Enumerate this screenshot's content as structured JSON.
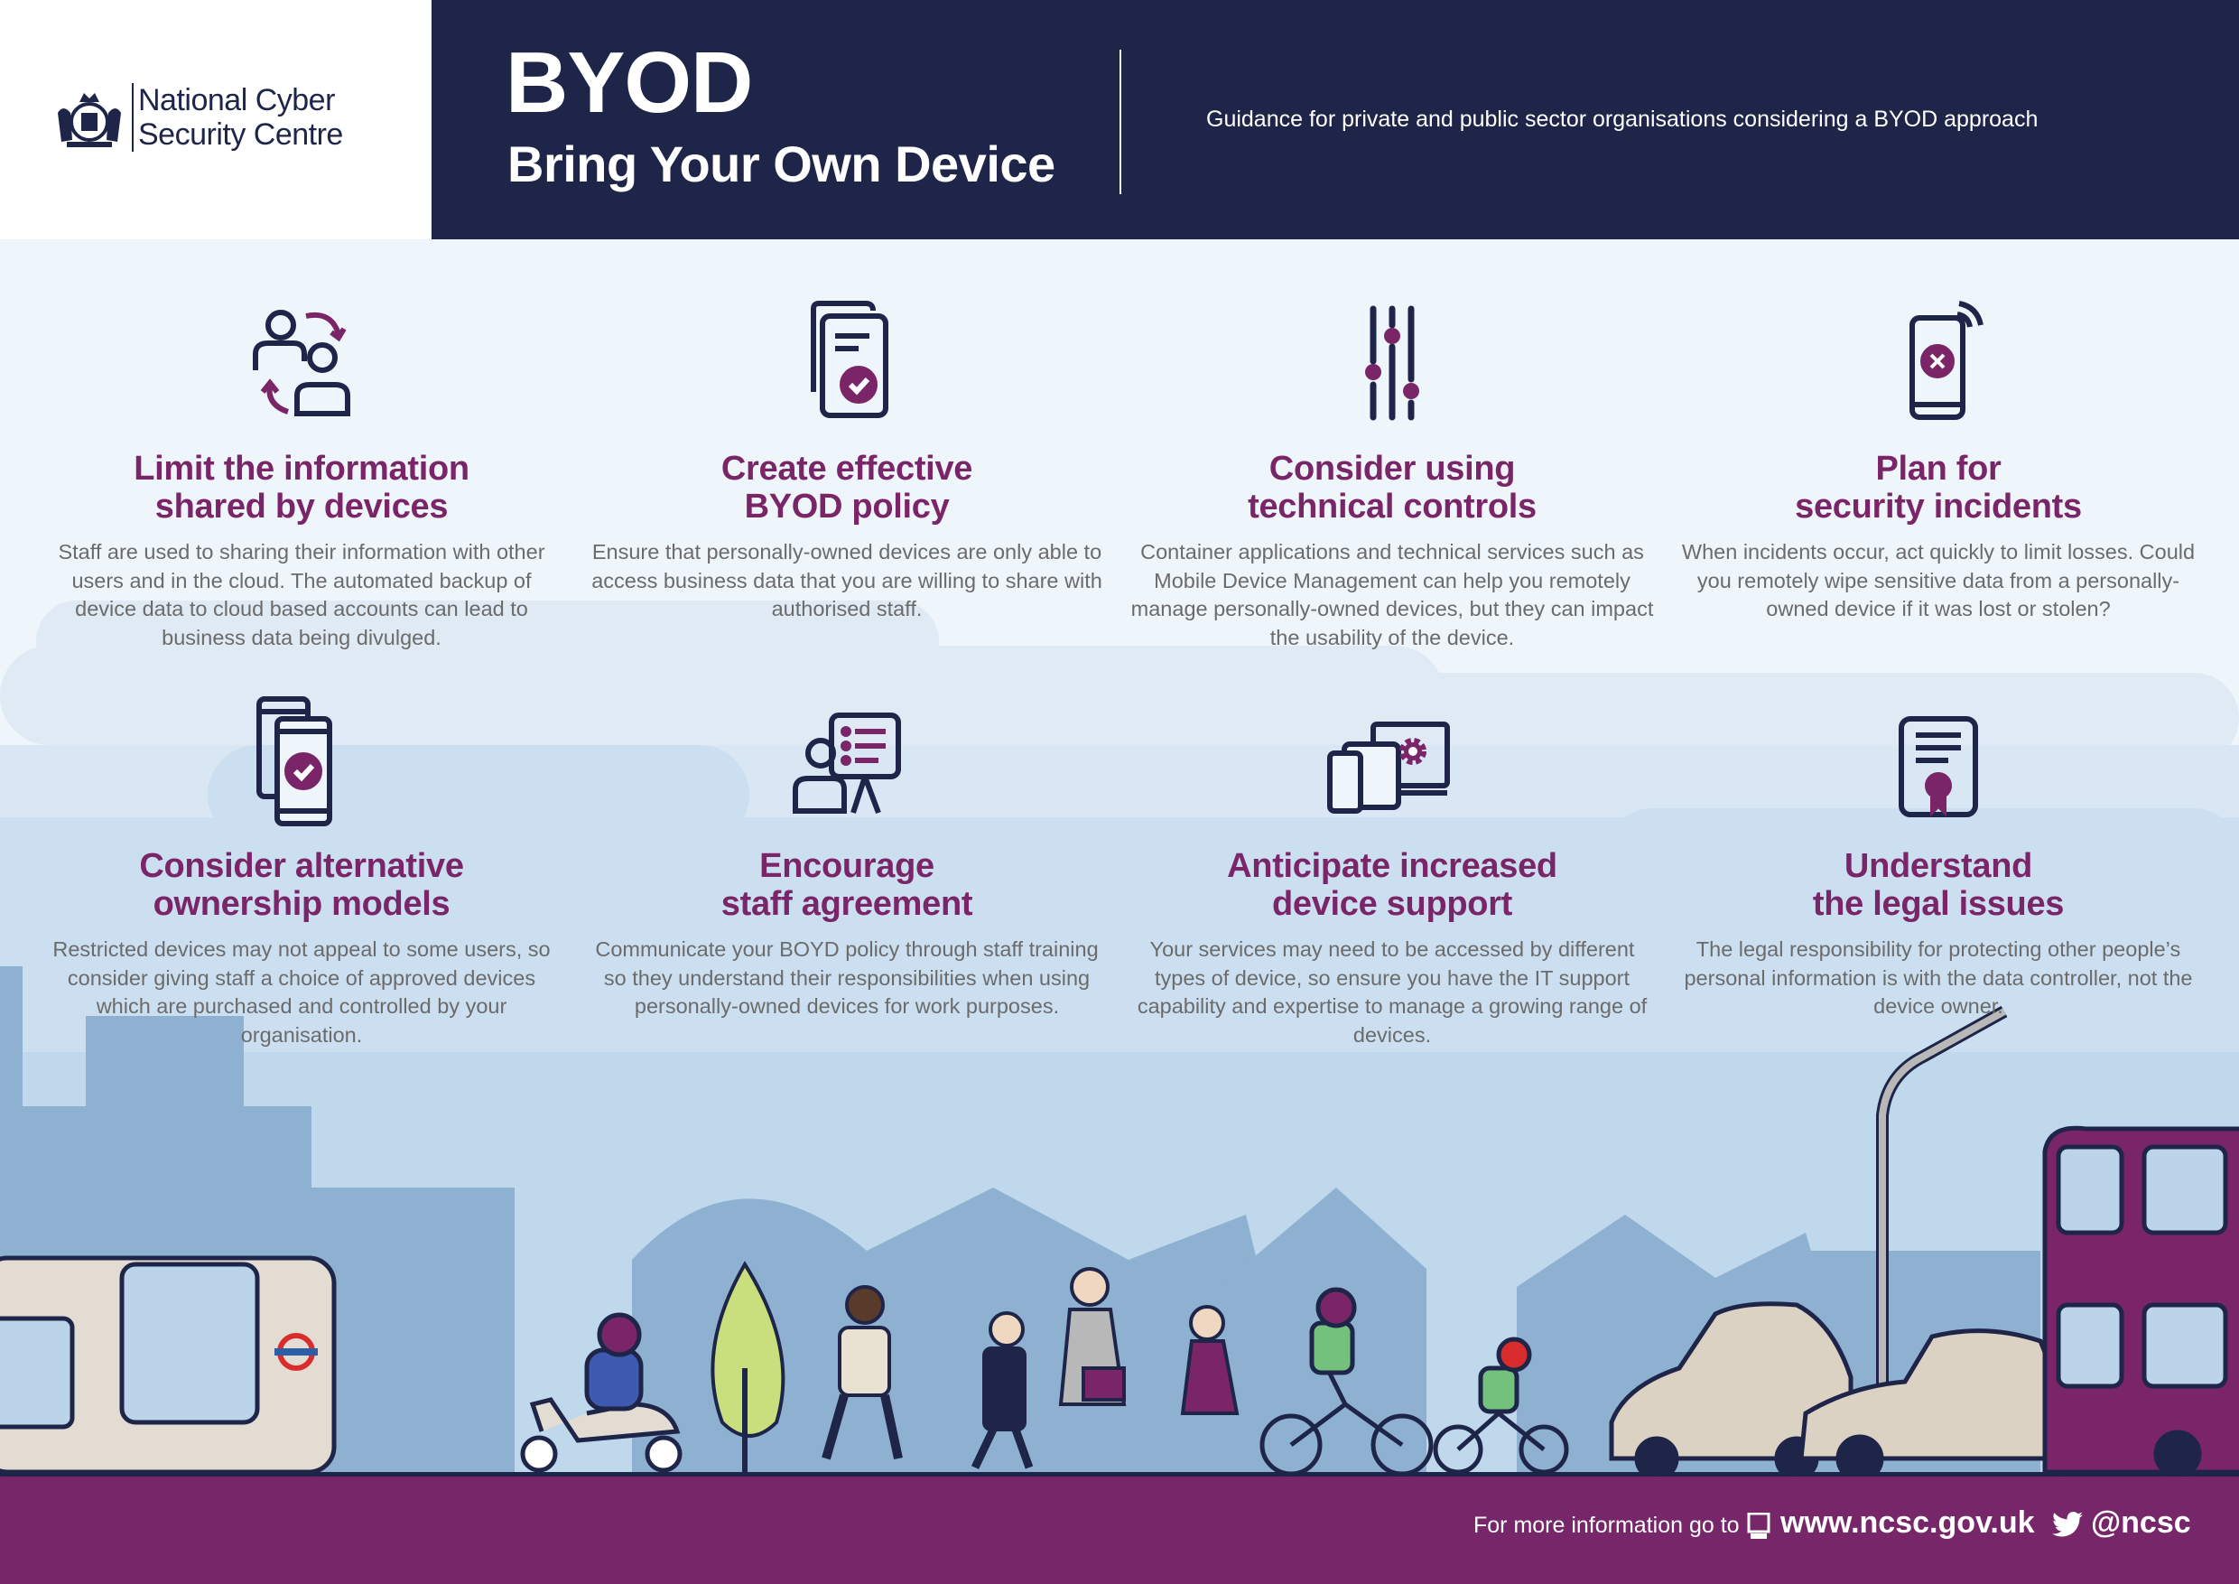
{
  "logo": {
    "line1": "National Cyber",
    "line2": "Security Centre"
  },
  "header": {
    "title": "BYOD",
    "subtitle": "Bring Your Own Device",
    "guidance": "Guidance for private and public sector organisations considering a BYOD approach"
  },
  "colors": {
    "navy": "#1e2549",
    "purple": "#77266a",
    "heading": "#7b2569",
    "sky": "#dbe9f4"
  },
  "cards": [
    {
      "icon": "users-sharing-icon",
      "title1": "Limit the information",
      "title2": "shared by devices",
      "body": "Staff are used to sharing their information with other users and in the cloud. The automated backup of device data to cloud based accounts can lead to business data being divulged."
    },
    {
      "icon": "policy-document-check-icon",
      "title1": "Create effective",
      "title2": "BYOD policy",
      "body": "Ensure that personally-owned devices are only able to access business data that you are willing to share with authorised staff."
    },
    {
      "icon": "sliders-controls-icon",
      "title1": "Consider using",
      "title2": "technical controls",
      "body": "Container applications and technical services such as Mobile Device Management can help you remotely manage personally-owned devices, but they can impact the usability of the device."
    },
    {
      "icon": "phone-remote-wipe-icon",
      "title1": "Plan for",
      "title2": "security incidents",
      "body": "When incidents occur, act quickly to limit losses. Could you remotely wipe sensitive data from a personally-owned device if it was lost or stolen?"
    },
    {
      "icon": "approved-phones-icon",
      "title1": "Consider alternative",
      "title2": "ownership models",
      "body": "Restricted devices may not appeal to some users, so consider giving staff a choice of approved devices which are purchased and controlled by your organisation."
    },
    {
      "icon": "presentation-training-icon",
      "title1": "Encourage",
      "title2": "staff agreement",
      "body": "Communicate your BOYD policy through staff training so they understand their responsibilities when using personally-owned devices for work purposes."
    },
    {
      "icon": "devices-settings-icon",
      "title1": "Anticipate increased",
      "title2": "device support",
      "body": "Your services may need to be accessed by different types of device, so ensure you have the IT support capability and expertise to manage a growing range of devices."
    },
    {
      "icon": "legal-certificate-icon",
      "title1": "Understand",
      "title2": "the legal issues",
      "body": "The legal responsibility for protecting other people’s personal information is with the data controller, not the device owner."
    }
  ],
  "footer": {
    "more": "For more information go to",
    "website": "www.ncsc.gov.uk",
    "twitter": "@ncsc"
  }
}
